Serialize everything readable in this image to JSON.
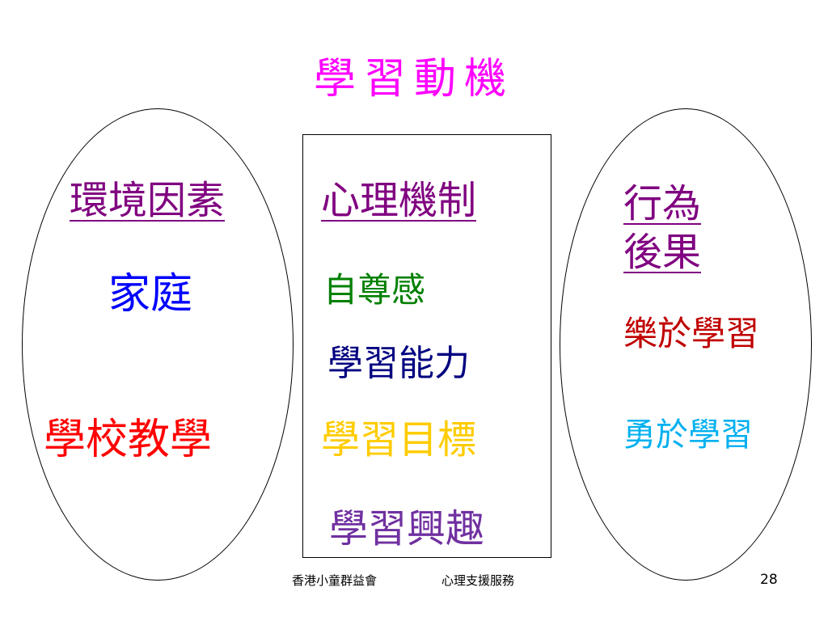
{
  "slide": {
    "title": "學習動機",
    "left": {
      "heading": "環境因素",
      "items": [
        "家庭",
        "學校教學"
      ]
    },
    "center": {
      "heading": "心理機制",
      "items": [
        "自尊感",
        "學習能力",
        "學習目標",
        "學習興趣"
      ]
    },
    "right": {
      "heading_line1": "行為",
      "heading_line2": "後果",
      "items": [
        "樂於學習",
        "勇於學習"
      ]
    },
    "footer": {
      "organization": "香港小童群益會",
      "service": "心理支援服務",
      "page_number": "28"
    },
    "colors": {
      "title": "#ff00ff",
      "headings": "#800080",
      "family": "#0000ff",
      "school_teaching": "#ff0000",
      "self_esteem": "#008000",
      "learning_ability": "#000080",
      "learning_goal": "#ffcc00",
      "learning_interest": "#7030a0",
      "enjoy_learning": "#c00000",
      "brave_learning": "#00b0f0"
    }
  }
}
